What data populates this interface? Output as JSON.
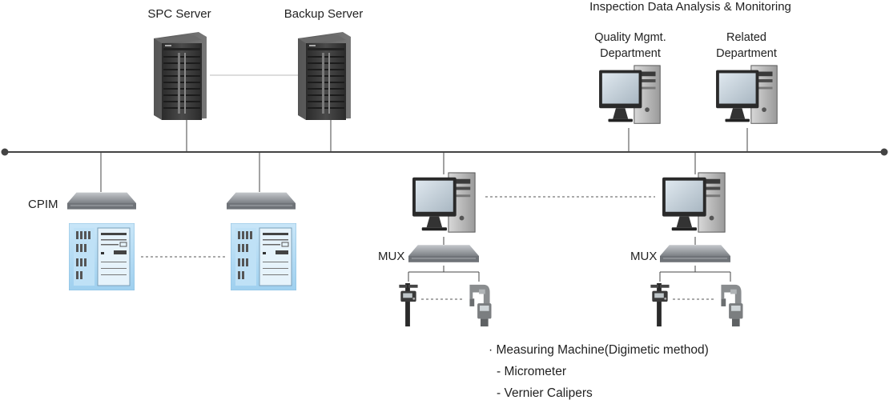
{
  "labels": {
    "spc_server": "SPC Server",
    "backup_server": "Backup Server",
    "inspection_title": "Inspection Data Analysis & Monitoring",
    "quality_dept_line1": "Quality Mgmt.",
    "quality_dept_line2": "Department",
    "related_dept_line1": "Related",
    "related_dept_line2": "Department",
    "cpim": "CPIM",
    "mux_left": "MUX",
    "mux_right": "MUX"
  },
  "notes": {
    "measuring_machine": "· Measuring Machine(Digimetic method)",
    "micrometer": "- Micrometer",
    "vernier": "- Vernier Calipers"
  },
  "colors": {
    "line": "#444444",
    "server": "#3a3a3a",
    "cabinet": "#a8d4f0",
    "mux": "#9a9ea3"
  }
}
